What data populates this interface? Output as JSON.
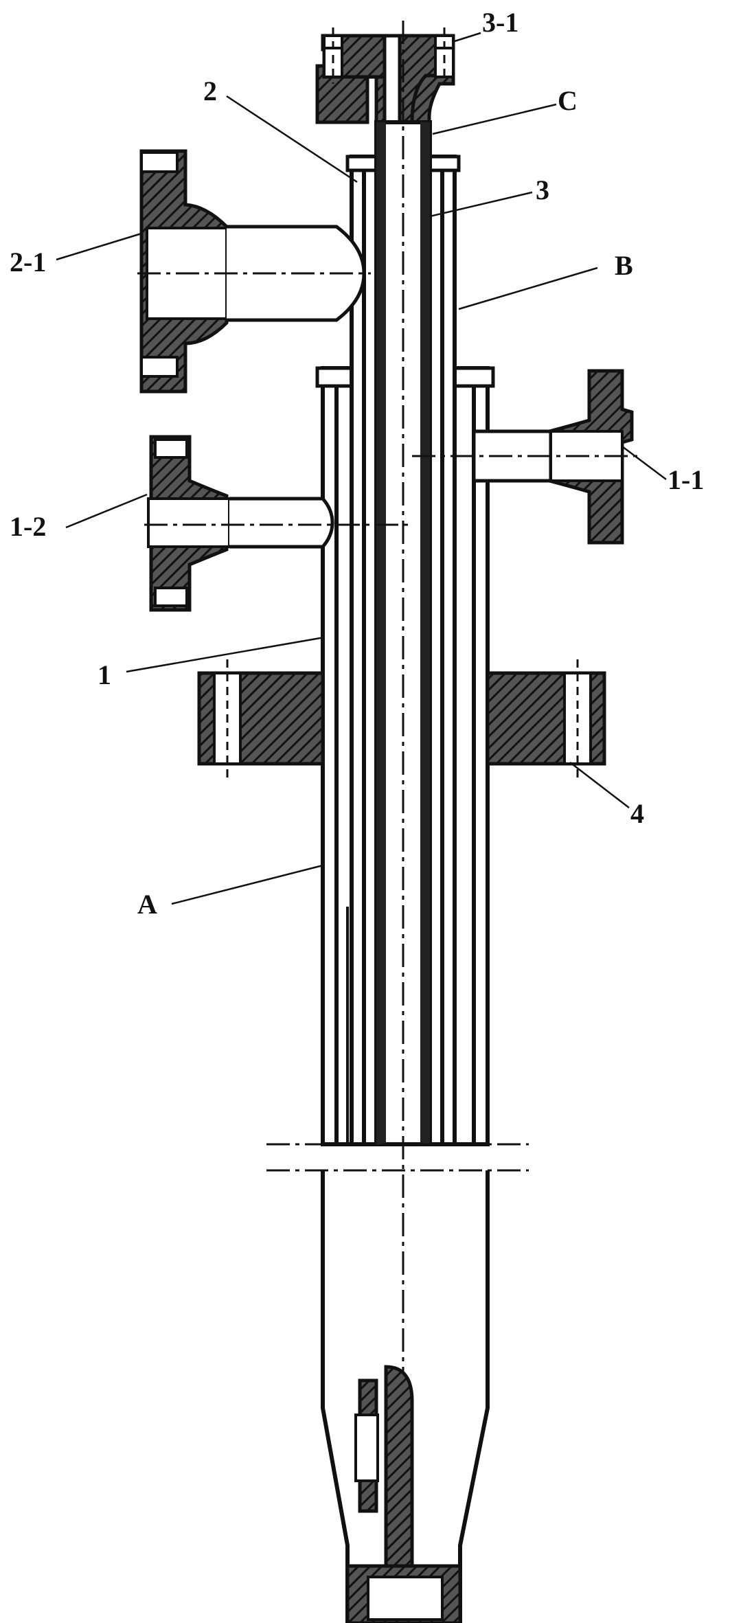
{
  "labels": {
    "l_3_1": "3-1",
    "l_C": "C",
    "l_2": "2",
    "l_3": "3",
    "l_2_1": "2-1",
    "l_B": "B",
    "l_1_1": "1-1",
    "l_1_2": "1-2",
    "l_1": "1",
    "l_4": "4",
    "l_A": "A"
  },
  "colors": {
    "line": "#111111",
    "background": "#ffffff"
  }
}
